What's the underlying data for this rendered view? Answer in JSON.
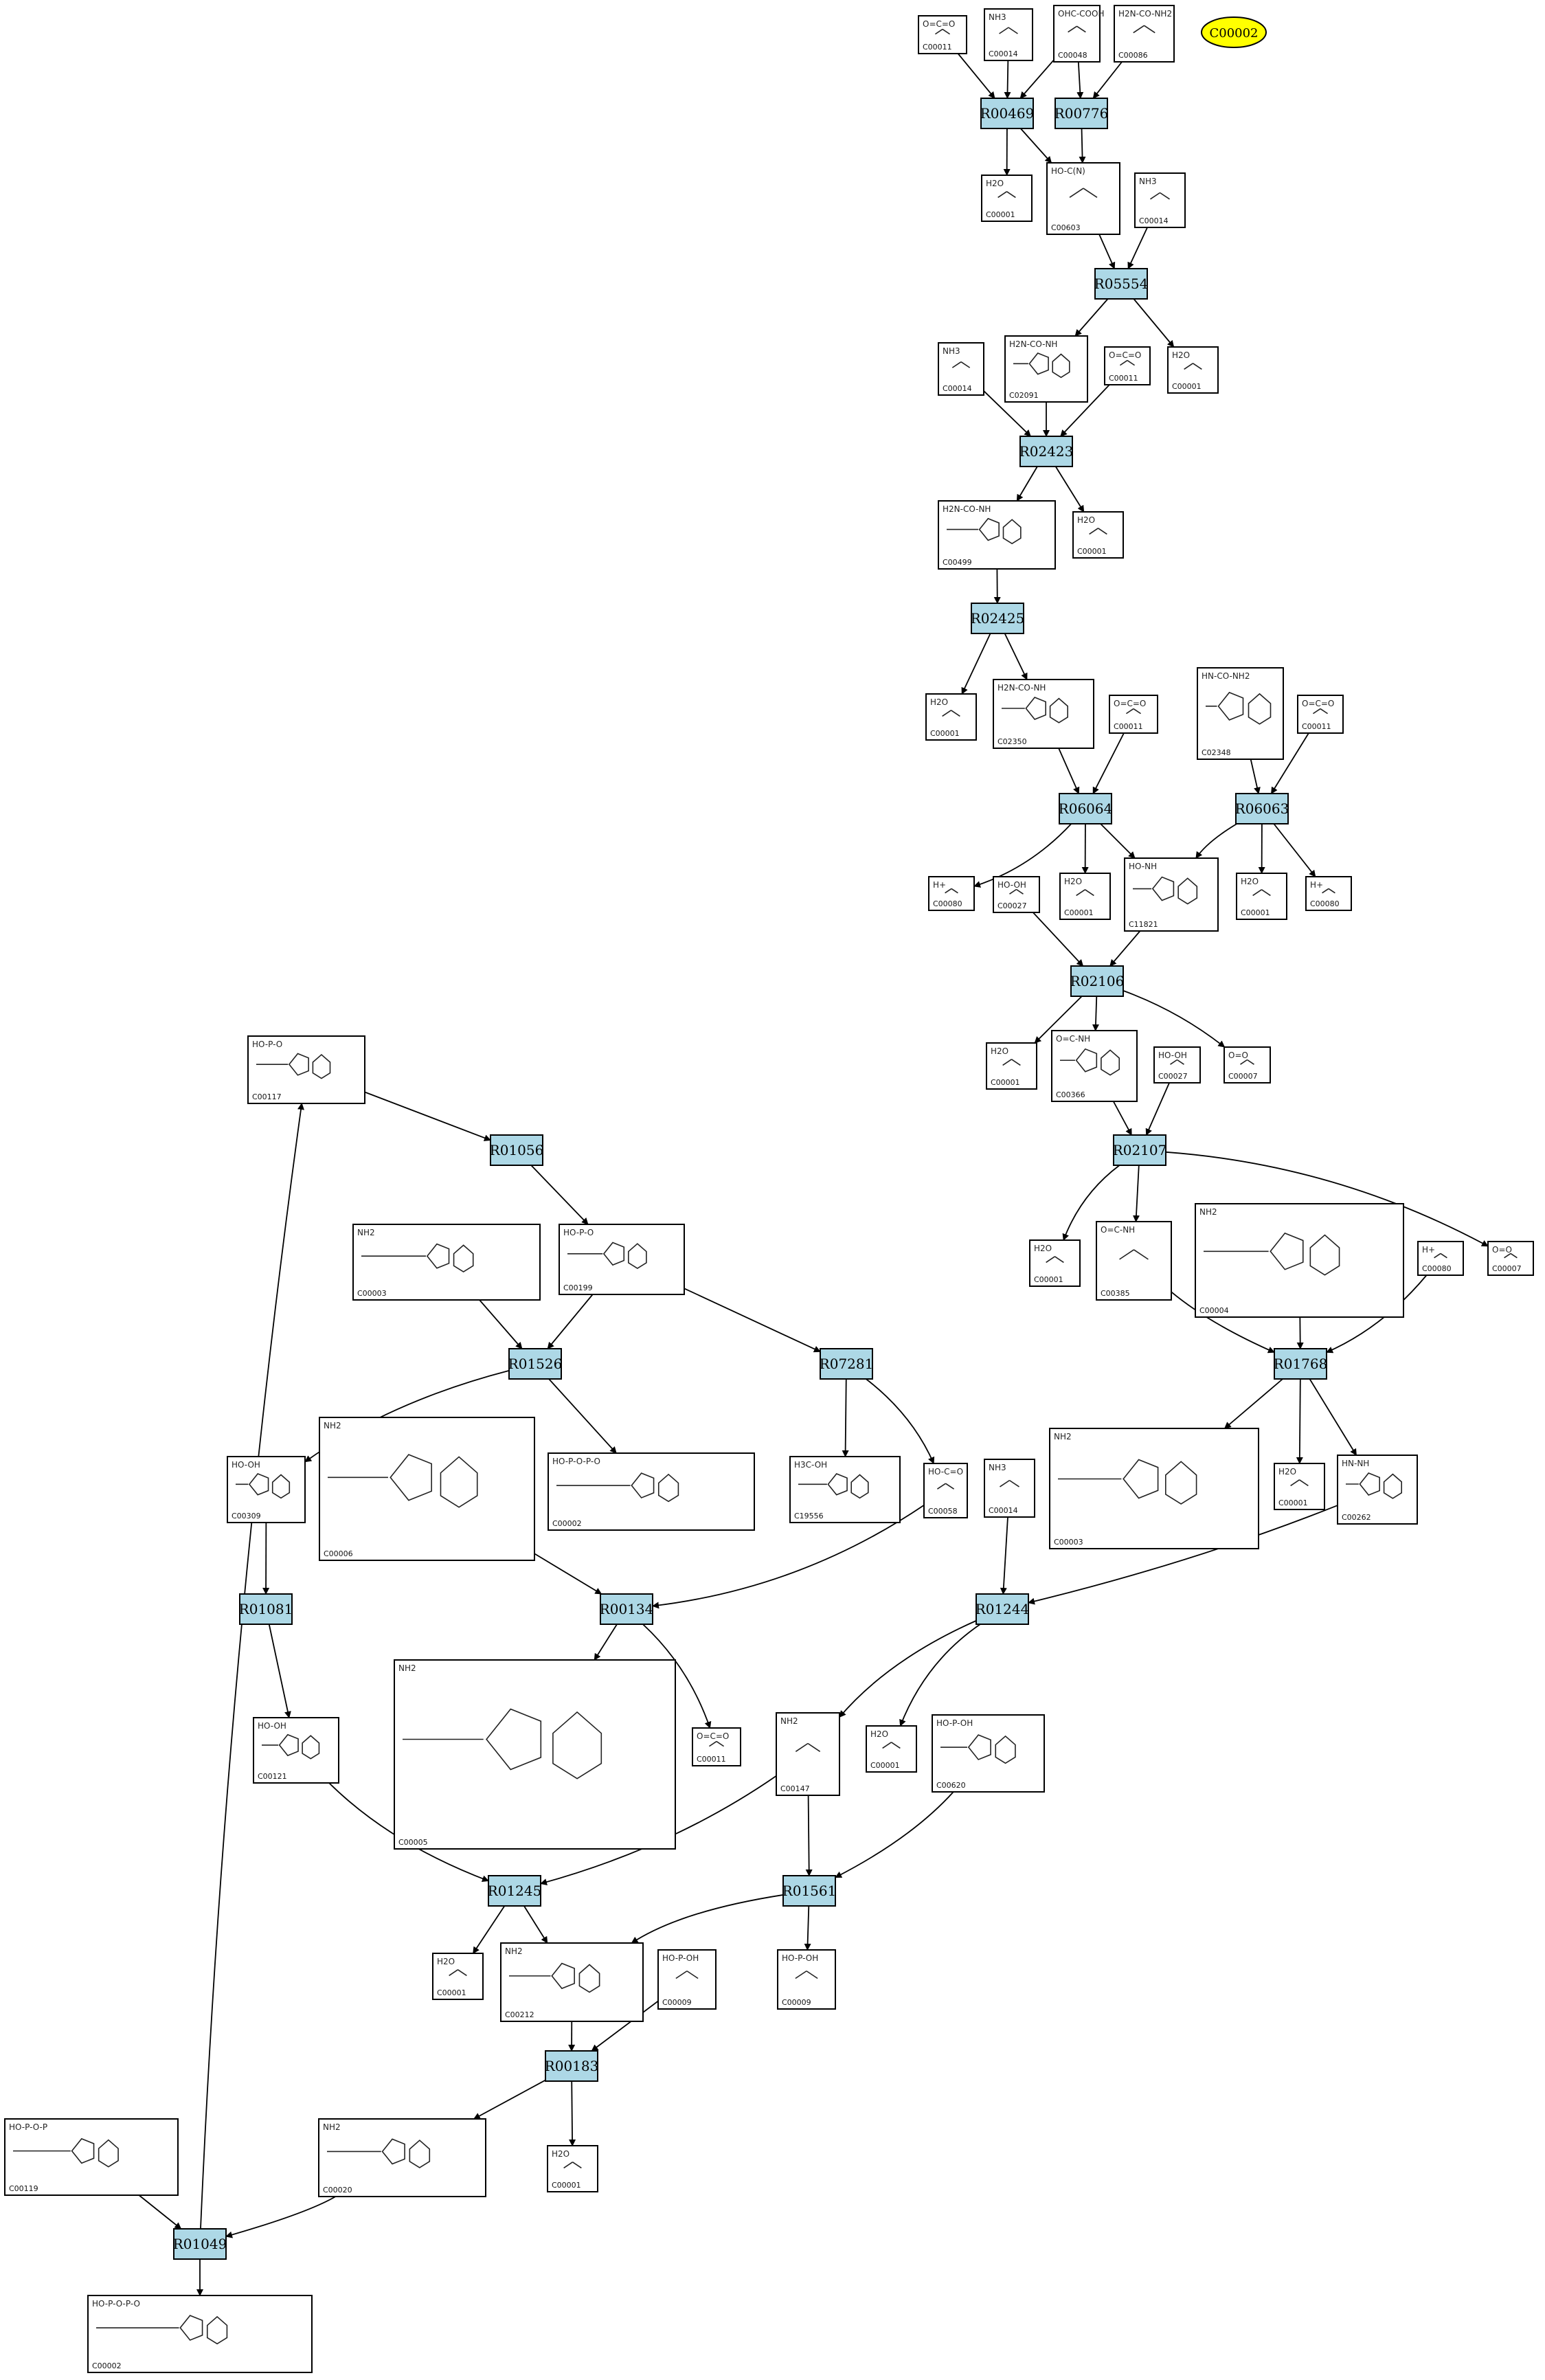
{
  "graph": {
    "target": "C00002",
    "reactions": [
      "R00469",
      "R00776",
      "R05554",
      "R02423",
      "R02425",
      "R06064",
      "R06063",
      "R02106",
      "R02107",
      "R01768",
      "R01056",
      "R01526",
      "R07281",
      "R00134",
      "R01244",
      "R01081",
      "R01245",
      "R01561",
      "R00183",
      "R01049"
    ],
    "compounds": [
      {
        "id": "C00011",
        "formula": "O=C=O"
      },
      {
        "id": "C00014",
        "formula": "NH3"
      },
      {
        "id": "C00048",
        "formula": "OHC-COOH"
      },
      {
        "id": "C00086",
        "formula": "H2N-CO-NH2"
      },
      {
        "id": "C00001",
        "formula": "H2O"
      },
      {
        "id": "C00603",
        "formula": "HO-C(N)"
      },
      {
        "id": "C02091",
        "formula": "H2N-CO-NH"
      },
      {
        "id": "C00499",
        "formula": "H2N-CO-NH"
      },
      {
        "id": "C02350",
        "formula": "H2N-CO-NH"
      },
      {
        "id": "C02348",
        "formula": "HN-CO-NH2"
      },
      {
        "id": "C00080",
        "formula": "H+"
      },
      {
        "id": "C00027",
        "formula": "HO-OH"
      },
      {
        "id": "C11821",
        "formula": "HO-NH"
      },
      {
        "id": "C00366",
        "formula": "O=C-NH"
      },
      {
        "id": "C00007",
        "formula": "O=O"
      },
      {
        "id": "C00385",
        "formula": "O=C-NH"
      },
      {
        "id": "C00004",
        "formula": "NH2"
      },
      {
        "id": "C00262",
        "formula": "HN-NH"
      },
      {
        "id": "C00117",
        "formula": "HO-P-O"
      },
      {
        "id": "C00003",
        "formula": "NH2"
      },
      {
        "id": "C00199",
        "formula": "HO-P-O"
      },
      {
        "id": "C00309",
        "formula": "HO-OH"
      },
      {
        "id": "C00006",
        "formula": "NH2"
      },
      {
        "id": "C00002",
        "formula": "HO-P-O-P-O"
      },
      {
        "id": "C19556",
        "formula": "H3C-OH"
      },
      {
        "id": "C00058",
        "formula": "HO-C=O"
      },
      {
        "id": "C00005",
        "formula": "NH2"
      },
      {
        "id": "C00147",
        "formula": "NH2"
      },
      {
        "id": "C00620",
        "formula": "HO-P-OH"
      },
      {
        "id": "C00121",
        "formula": "HO-OH"
      },
      {
        "id": "C00212",
        "formula": "NH2"
      },
      {
        "id": "C00009",
        "formula": "HO-P-OH"
      },
      {
        "id": "C00020",
        "formula": "NH2"
      },
      {
        "id": "C00119",
        "formula": "HO-P-O-P"
      }
    ]
  },
  "colors": {
    "reaction_fill": "#add8e6",
    "target_fill": "#ffff00",
    "stroke": "#000000"
  }
}
